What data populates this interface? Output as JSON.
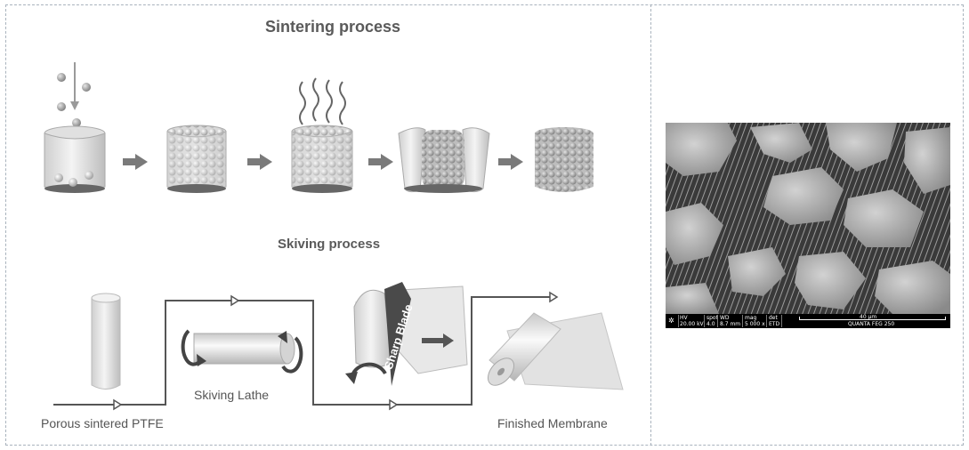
{
  "diagram": {
    "sintering_title": "Sintering process",
    "skiving_title": "Skiving process",
    "labels": {
      "porous": "Porous sintered PTFE",
      "lathe": "Skiving Lathe",
      "blade": "Sharp Blade",
      "finished": "Finished Membrane"
    }
  },
  "sem": {
    "headers": [
      "HV",
      "spot",
      "WD",
      "mag",
      "det"
    ],
    "values": [
      "20.00 kV",
      "4.0",
      "8.7 mm",
      "5 000 x",
      "ETD"
    ],
    "scale": "40 µm",
    "instrument": "QUANTA FEG 250"
  }
}
